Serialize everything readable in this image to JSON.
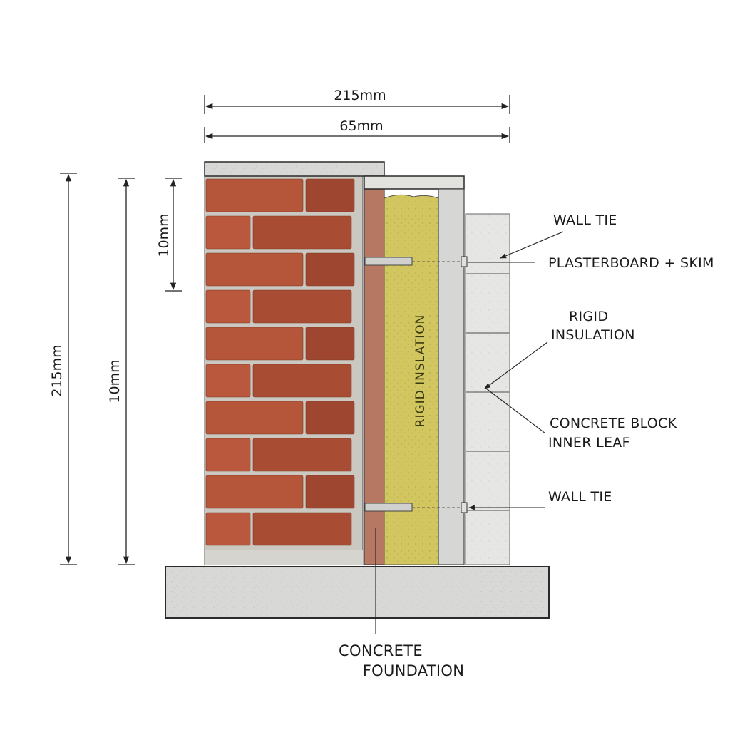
{
  "dimensions": {
    "top_overall": "215mm",
    "top_cavity": "65mm",
    "left_overall": "215mm",
    "left_middle": "10mm",
    "left_short": "10mm"
  },
  "labels": {
    "wall_tie_top": "WALL TIE",
    "plasterboard": "PLASTERBOARD + SKIM",
    "rigid_insulation_line1": "RIGID",
    "rigid_insulation_line2": "INSULATION",
    "concrete_block_line1": "CONCRETE BLOCK",
    "concrete_block_line2": "INNER LEAF",
    "wall_tie_bottom": "WALL TIE",
    "foundation_line1": "CONCRETE",
    "foundation_line2": "FOUNDATION",
    "insulation_vertical": "RIGID INSLATION"
  },
  "colors": {
    "brick": "#b5553a",
    "brick_dark": "#9e4630",
    "mortar": "#c9c6c0",
    "insulation": "#d4c862",
    "concrete": "#d9d9d7",
    "block": "#e4e4e2",
    "cavity_brick": "#b87a66"
  }
}
